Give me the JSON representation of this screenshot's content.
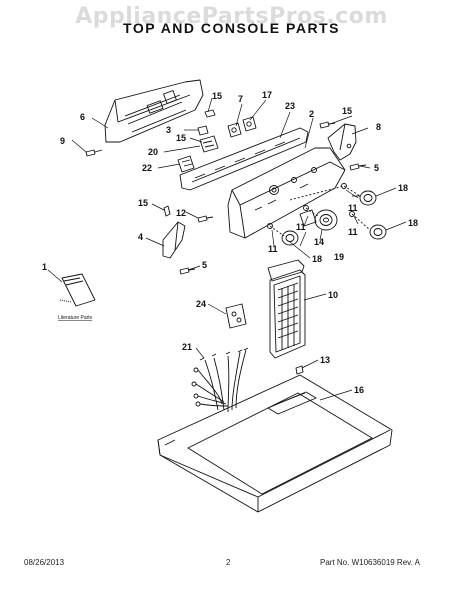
{
  "watermark": "AppliancePartsPros.com",
  "title": "TOP AND CONSOLE PARTS",
  "literature_label": "Literature Parts",
  "callouts": {
    "c1": "1",
    "c2": "2",
    "c3": "3",
    "c4": "4",
    "c5a": "5",
    "c5b": "5",
    "c6": "6",
    "c7": "7",
    "c8": "8",
    "c9": "9",
    "c10": "10",
    "c11a": "11",
    "c11b": "11",
    "c11c": "11",
    "c11d": "11",
    "c12": "12",
    "c13": "13",
    "c14": "14",
    "c15a": "15",
    "c15b": "15",
    "c15c": "15",
    "c15d": "15",
    "c16": "16",
    "c17": "17",
    "c18a": "18",
    "c18b": "18",
    "c18c": "18",
    "c19": "19",
    "c20": "20",
    "c21": "21",
    "c22": "22",
    "c23": "23",
    "c24": "24"
  },
  "footer": {
    "date": "08/26/2013",
    "page": "2",
    "part_rev": "Part No. W10636019  Rev. A"
  }
}
